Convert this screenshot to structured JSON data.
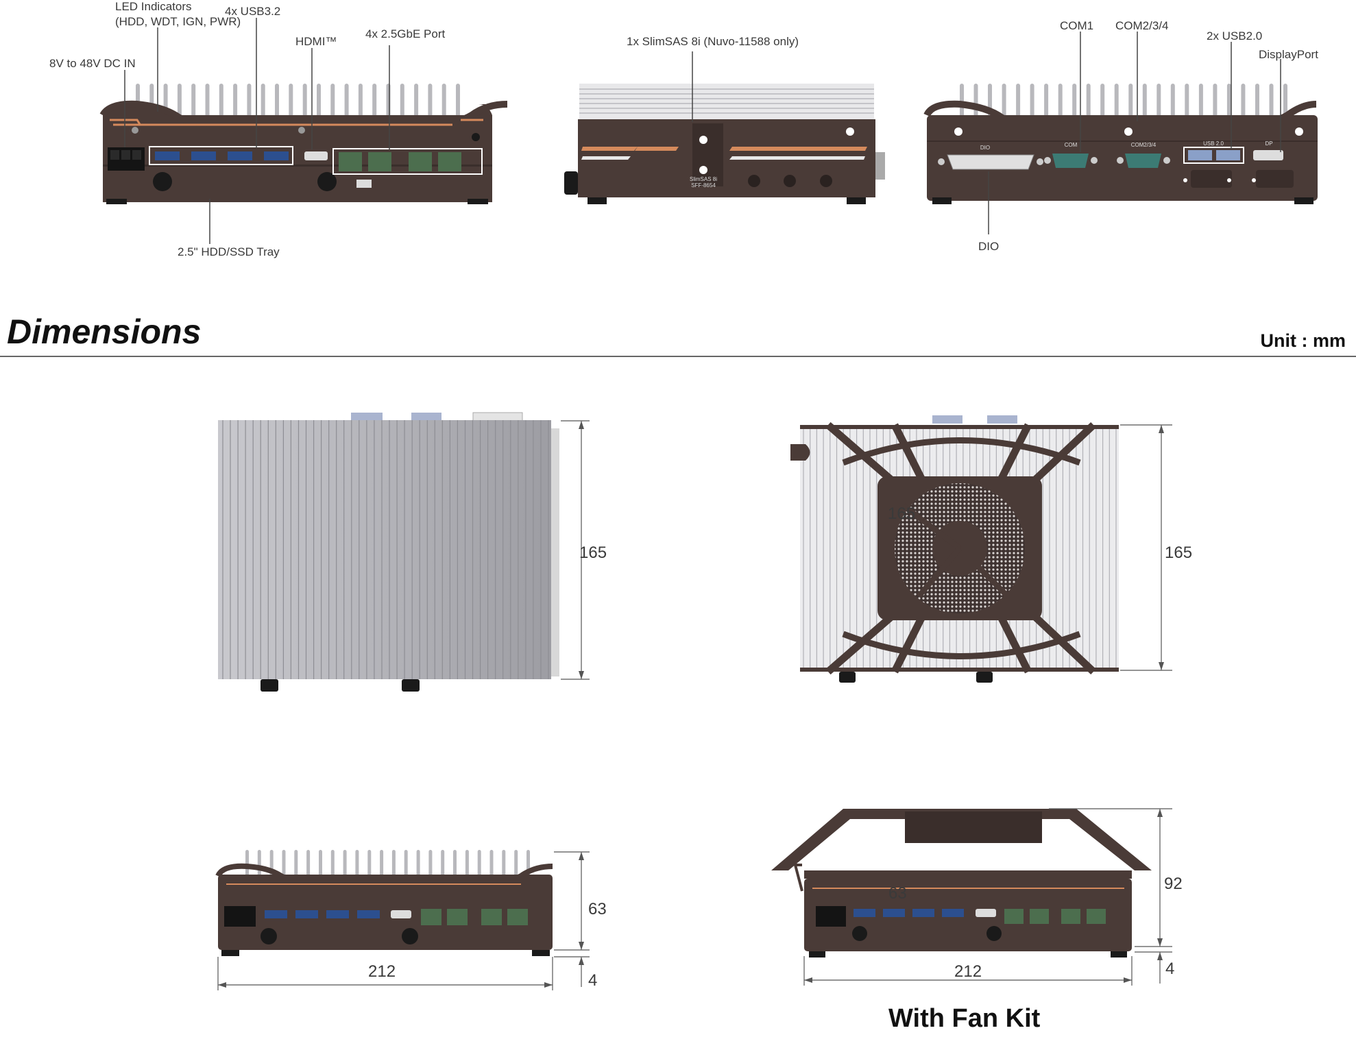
{
  "callouts": {
    "led": [
      "LED Indicators",
      "(HDD, WDT, IGN, PWR)"
    ],
    "usb32": "4x USB3.2",
    "hdmi": "HDMI™",
    "gbe": "4x 2.5GbE Port",
    "dcin": "8V to 48V  DC IN",
    "hdd_tray": "2.5\" HDD/SSD Tray",
    "slimsas": "1x SlimSAS 8i (Nuvo-11588 only)",
    "com1": "COM1",
    "com234": "COM2/3/4",
    "usb20": "2x USB2.0",
    "displayport": "DisplayPort",
    "dio": "DIO"
  },
  "panel_marks": {
    "dio": "DIO",
    "com": "COM",
    "com234": "COM2/3/4",
    "usb20": "USB 2.0",
    "dp": "DP",
    "slimsas": [
      "SlimSAS 8i",
      "SFF-8654"
    ]
  },
  "section": {
    "title": "Dimensions",
    "unit": "Unit : mm"
  },
  "dimensions": {
    "top_depth": "165",
    "fan_depth": "165",
    "fan_inner": "165",
    "front_height": "63",
    "front_width": "212",
    "front_feet": "4",
    "fan_height": "92",
    "fan_front_inner": "63",
    "fan_width": "212",
    "fan_feet": "4"
  },
  "fan_kit_label": "With Fan Kit",
  "colors": {
    "chassis": "#4a3b37",
    "copper": "#d58a5c",
    "usb_blue": "#2c4f8f",
    "com_teal": "#3c7b74",
    "rj45_green": "#4c6e4e",
    "fins": "#b9b9be"
  }
}
